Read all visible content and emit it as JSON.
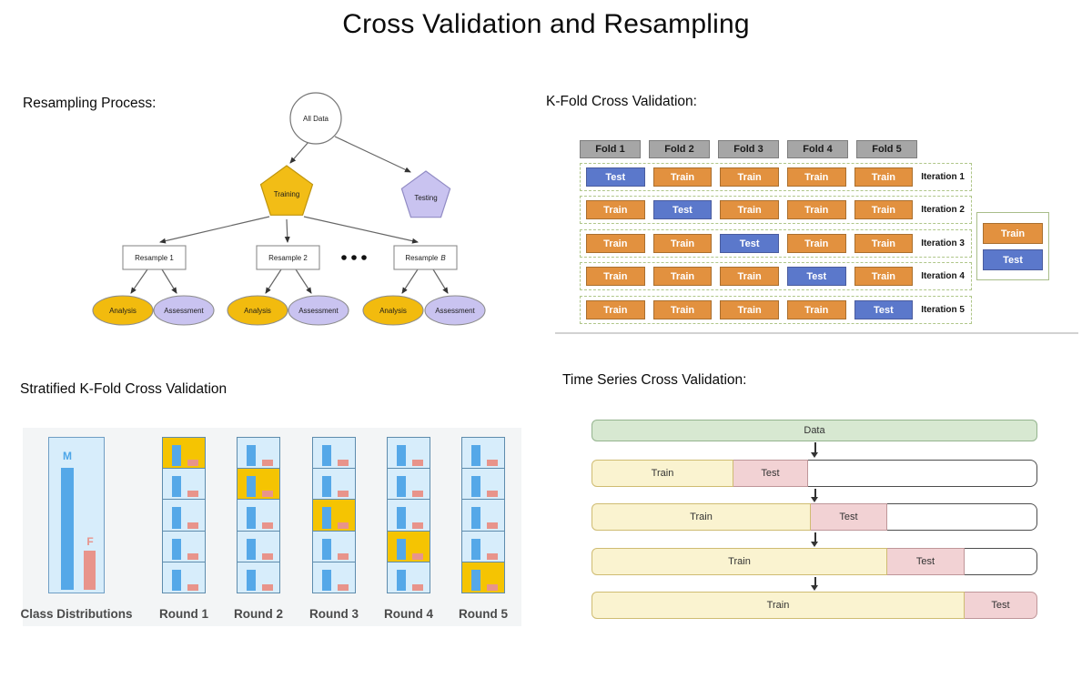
{
  "title": "Cross Validation and Resampling",
  "resampling": {
    "heading": "Resampling Process:",
    "nodes": {
      "all_data": "All Data",
      "training": "Training",
      "testing": "Testing",
      "resample_1": "Resample 1",
      "resample_2": "Resample 2",
      "resample_b_prefix": "Resample",
      "resample_b_suffix": "B",
      "analysis": "Analysis",
      "assessment": "Assessment"
    },
    "colors": {
      "gold": "#F2BD16",
      "lavender": "#C9C3F0"
    }
  },
  "kfold": {
    "heading": "K-Fold Cross Validation:",
    "folds": [
      "Fold 1",
      "Fold 2",
      "Fold 3",
      "Fold 4",
      "Fold 5"
    ],
    "iterations": [
      {
        "label": "Iteration 1",
        "cells": [
          "Test",
          "Train",
          "Train",
          "Train",
          "Train"
        ]
      },
      {
        "label": "Iteration 2",
        "cells": [
          "Train",
          "Test",
          "Train",
          "Train",
          "Train"
        ]
      },
      {
        "label": "Iteration 3",
        "cells": [
          "Train",
          "Train",
          "Test",
          "Train",
          "Train"
        ]
      },
      {
        "label": "Iteration 4",
        "cells": [
          "Train",
          "Train",
          "Train",
          "Test",
          "Train"
        ]
      },
      {
        "label": "Iteration 5",
        "cells": [
          "Train",
          "Train",
          "Train",
          "Train",
          "Test"
        ]
      }
    ],
    "legend": {
      "train_label": "Train",
      "test_label": "Test"
    },
    "colors": {
      "train": "#E2913F",
      "test": "#5B78CB",
      "fold_header": "#A6A6A6"
    }
  },
  "stratified": {
    "heading": "Stratified K-Fold Cross Validation",
    "class_panel": {
      "label": "Class Distributions",
      "male_label": "M",
      "female_label": "F"
    },
    "rounds": [
      {
        "label": "Round 1",
        "highlight": 0
      },
      {
        "label": "Round 2",
        "highlight": 1
      },
      {
        "label": "Round 3",
        "highlight": 2
      },
      {
        "label": "Round 4",
        "highlight": 3
      },
      {
        "label": "Round 5",
        "highlight": 4
      }
    ],
    "colors": {
      "male_bar": "#55A8E8",
      "female_bar": "#E8948B",
      "highlight": "#F5C402",
      "cell_bg": "#D7EDFB"
    }
  },
  "timeseries": {
    "heading": "Time Series Cross Validation:",
    "data_label": "Data",
    "rows": [
      {
        "train_label": "Train",
        "test_label": "Test",
        "train_w": 156,
        "test_w": 82
      },
      {
        "train_label": "Train",
        "test_label": "Test",
        "train_w": 241,
        "test_w": 84
      },
      {
        "train_label": "Train",
        "test_label": "Test",
        "train_w": 325,
        "test_w": 85
      },
      {
        "train_label": "Train",
        "test_label": "Test",
        "train_w": 410,
        "test_w": 80
      }
    ],
    "colors": {
      "data": "#D7E8D1",
      "train": "#FAF3D0",
      "test": "#F2D2D4"
    }
  }
}
